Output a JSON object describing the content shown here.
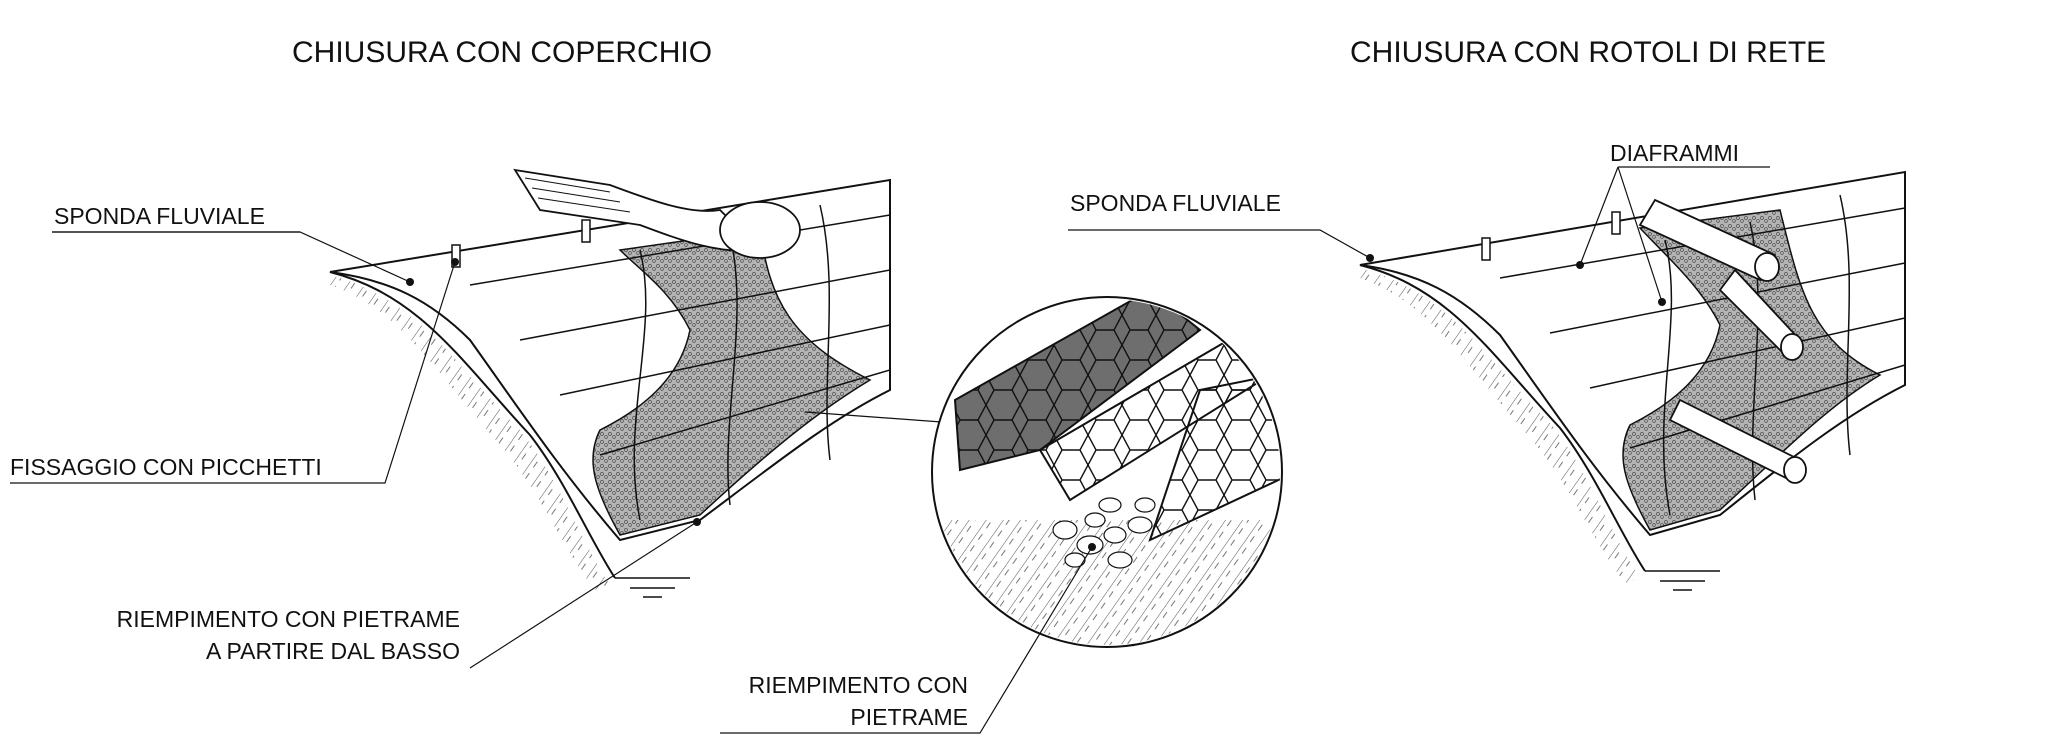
{
  "titles": {
    "left": "CHIUSURA CON COPERCHIO",
    "right": "CHIUSURA CON ROTOLI DI RETE"
  },
  "labels": {
    "sponda_left": "SPONDA FLUVIALE",
    "fissaggio": "FISSAGGIO CON PICCHETTI",
    "riempimento_left_1": "RIEMPIMENTO CON PIETRAME",
    "riempimento_left_2": "A PARTIRE DAL BASSO",
    "sponda_center": "SPONDA FLUVIALE",
    "riempimento_center_1": "RIEMPIMENTO CON",
    "riempimento_center_2": "PIETRAME",
    "diaframmi": "DIAFRAMMI"
  },
  "colors": {
    "ink": "#111111",
    "fill_stone": "#9a9a9a",
    "fill_dark": "#6e6e6e"
  }
}
